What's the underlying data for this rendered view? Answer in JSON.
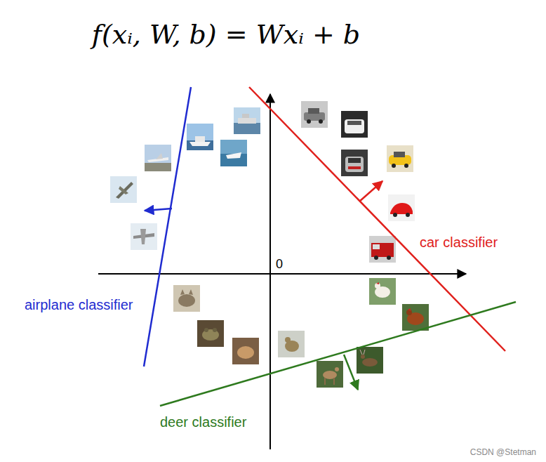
{
  "diagram": {
    "title": "f(xᵢ, W, b) = Wxᵢ + b",
    "labels": [
      "0",
      "airplane classifier",
      "car classifier",
      "deer classifier",
      "CSDN @Stetman"
    ]
  }
}
